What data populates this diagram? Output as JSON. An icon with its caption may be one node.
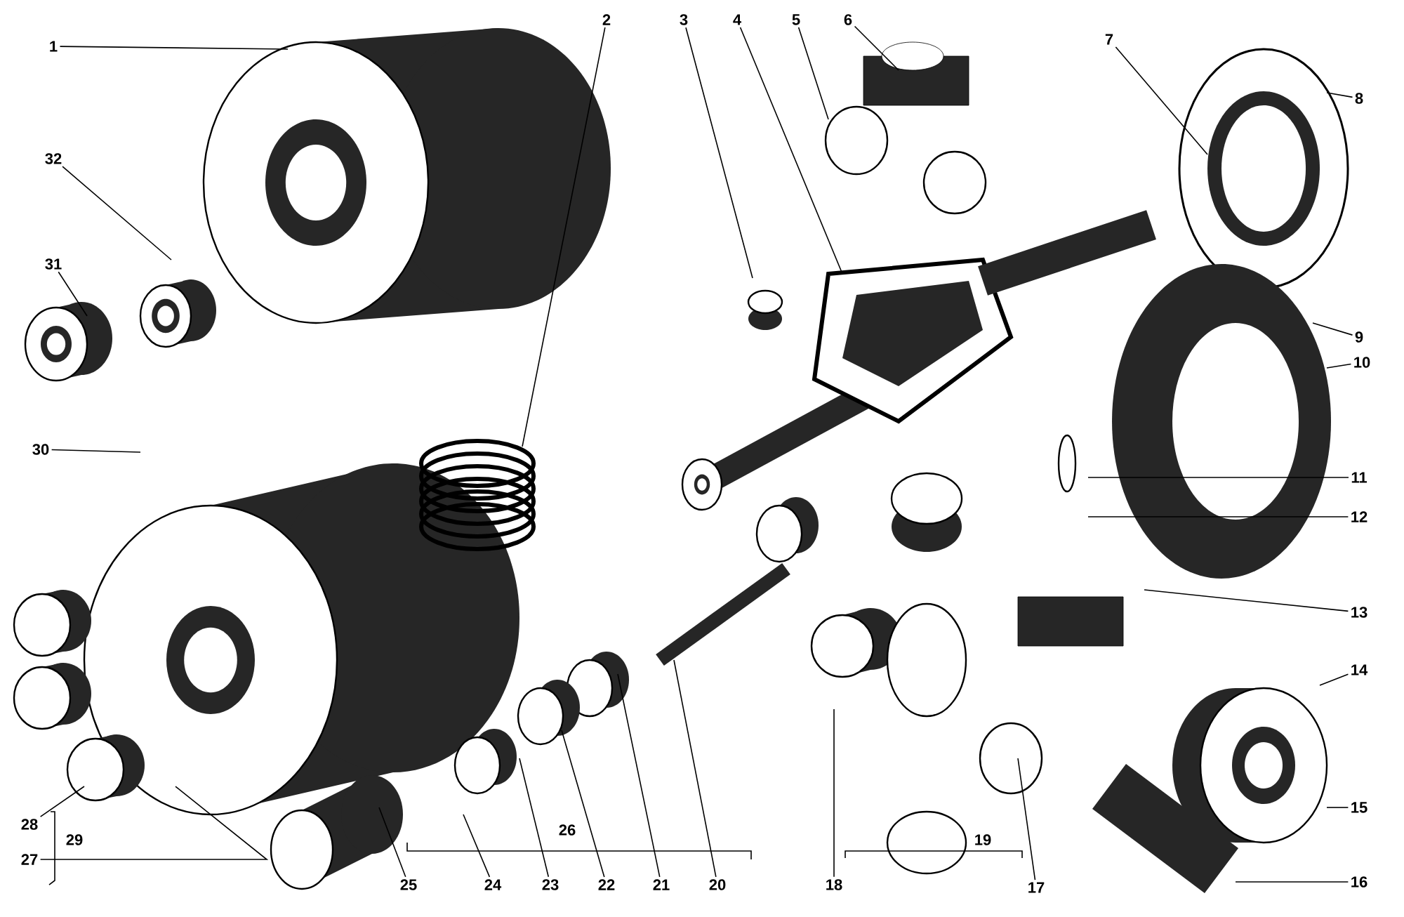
{
  "diagram": {
    "nodes": [
      {
        "text": [
          "1"
        ]
      },
      {
        "text": [
          "2"
        ]
      },
      {
        "text": [
          "3"
        ]
      },
      {
        "text": [
          "4"
        ]
      },
      {
        "text": [
          "5"
        ]
      },
      {
        "text": [
          "6"
        ]
      },
      {
        "text": [
          "7"
        ]
      },
      {
        "text": [
          "8"
        ]
      },
      {
        "text": [
          "9"
        ]
      },
      {
        "text": [
          "10"
        ]
      },
      {
        "text": [
          "11"
        ]
      },
      {
        "text": [
          "12"
        ]
      },
      {
        "text": [
          "13"
        ]
      },
      {
        "text": [
          "14"
        ]
      },
      {
        "text": [
          "15"
        ]
      },
      {
        "text": [
          "16"
        ]
      },
      {
        "text": [
          "17"
        ]
      },
      {
        "text": [
          "18"
        ]
      },
      {
        "text": [
          "20"
        ]
      },
      {
        "text": [
          "21"
        ]
      },
      {
        "text": [
          "22"
        ]
      },
      {
        "text": [
          "23"
        ]
      },
      {
        "text": [
          "24"
        ]
      },
      {
        "text": [
          "25"
        ]
      },
      {
        "text": [
          "27"
        ]
      },
      {
        "text": [
          "28"
        ]
      },
      {
        "text": [
          "30"
        ]
      },
      {
        "text": [
          "31"
        ]
      },
      {
        "text": [
          "32"
        ]
      }
    ],
    "edges": [
      {
        "from": 0,
        "to": null,
        "arrow": "none"
      },
      {
        "from": 1,
        "to": null,
        "arrow": "none"
      },
      {
        "from": 2,
        "to": null,
        "arrow": "none"
      },
      {
        "from": 3,
        "to": null,
        "arrow": "none"
      },
      {
        "from": 4,
        "to": null,
        "arrow": "none"
      },
      {
        "from": 5,
        "to": null,
        "arrow": "none"
      },
      {
        "from": 6,
        "to": null,
        "arrow": "none"
      },
      {
        "from": 7,
        "to": null,
        "arrow": "none"
      },
      {
        "from": 8,
        "to": null,
        "arrow": "none"
      },
      {
        "from": 9,
        "to": null,
        "arrow": "none"
      },
      {
        "from": 10,
        "to": null,
        "arrow": "none"
      },
      {
        "from": 11,
        "to": null,
        "arrow": "none"
      },
      {
        "from": 12,
        "to": null,
        "arrow": "none"
      },
      {
        "from": 13,
        "to": null,
        "arrow": "none"
      },
      {
        "from": 14,
        "to": null,
        "arrow": "none"
      },
      {
        "from": 15,
        "to": null,
        "arrow": "none"
      },
      {
        "from": 16,
        "to": null,
        "arrow": "none"
      },
      {
        "from": 17,
        "to": null,
        "arrow": "none"
      },
      {
        "from": 18,
        "to": null,
        "arrow": "none"
      },
      {
        "from": 19,
        "to": null,
        "arrow": "none"
      },
      {
        "from": 20,
        "to": null,
        "arrow": "none"
      },
      {
        "from": 21,
        "to": null,
        "arrow": "none"
      },
      {
        "from": 22,
        "to": null,
        "arrow": "none"
      },
      {
        "from": 23,
        "to": null,
        "arrow": "none"
      },
      {
        "from": 24,
        "to": null,
        "arrow": "none"
      },
      {
        "from": 25,
        "to": null,
        "arrow": "none"
      },
      {
        "from": 26,
        "to": null,
        "arrow": "none"
      },
      {
        "from": 27,
        "to": null,
        "arrow": "none"
      },
      {
        "from": 28,
        "to": null,
        "arrow": "none"
      }
    ],
    "labels": [
      "26",
      "19",
      "29"
    ]
  }
}
